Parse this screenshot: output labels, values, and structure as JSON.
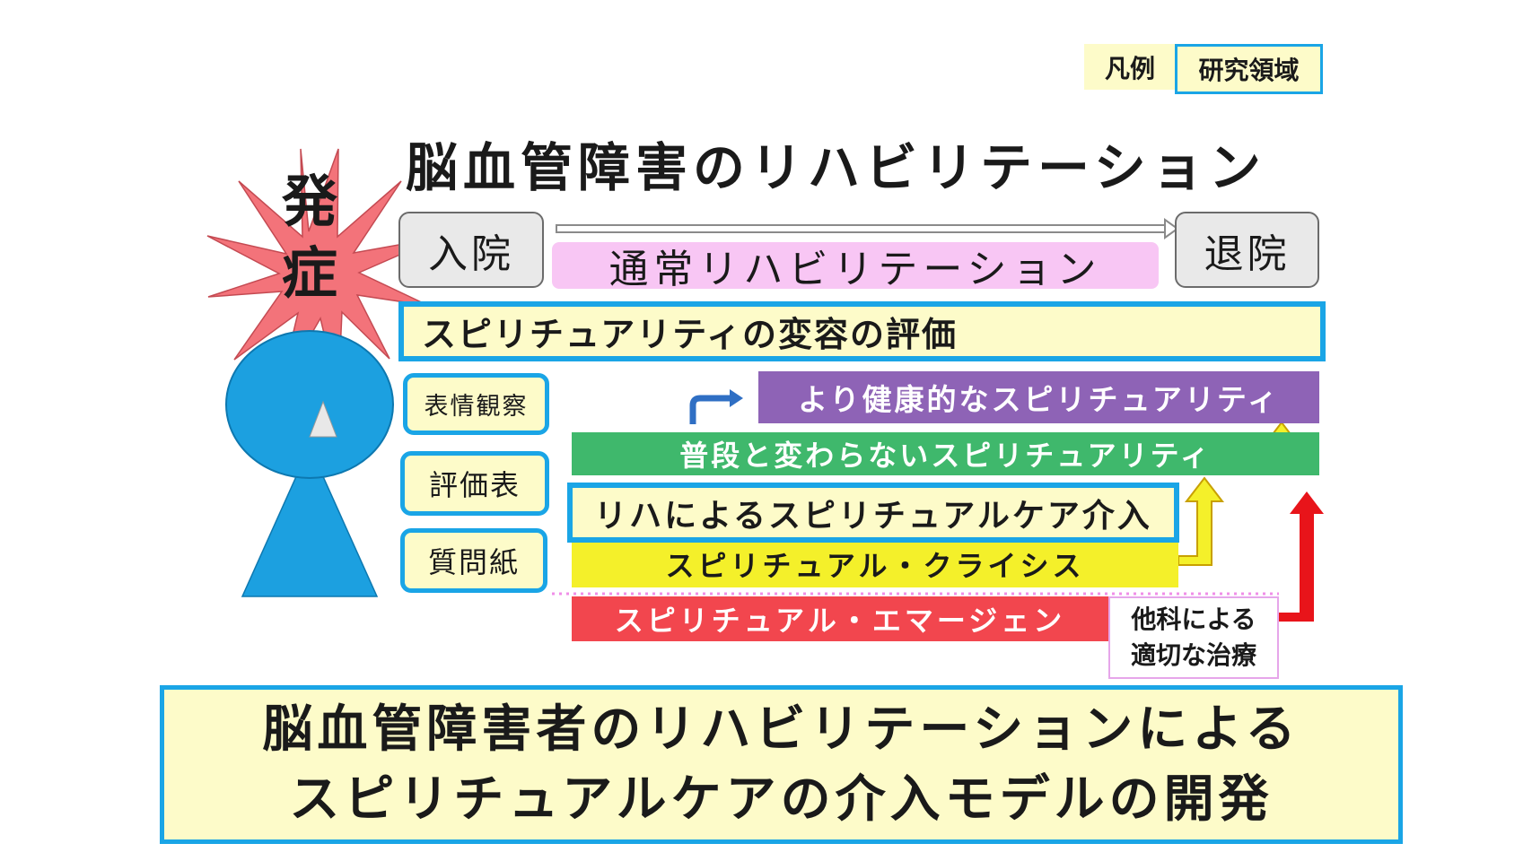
{
  "legend": {
    "label": "凡例",
    "item": "研究領域"
  },
  "title": "脳血管障害のリハビリテーション",
  "onset": {
    "line1": "発",
    "line2": "症"
  },
  "admission": "入院",
  "discharge": "退院",
  "standard_rehab": "通常リハビリテーション",
  "evaluation": "スピリチュアリティの変容の評価",
  "methods": [
    "表情観察",
    "評価表",
    "質問紙"
  ],
  "levels": {
    "healthier": "より健康的なスピリチュアリティ",
    "usual": "普段と変わらないスピリチュアリティ",
    "rehab_care": "リハによるスピリチュアルケア介入",
    "crisis": "スピリチュアル・クライシス",
    "emergency": "スピリチュアル・エマージェン"
  },
  "treatment": {
    "line1": "他科による",
    "line2": "適切な治療"
  },
  "bottom": {
    "line1": "脳血管障害者のリハビリテーションによる",
    "line2": "スピリチュアルケアの介入モデルの開発"
  },
  "colors": {
    "research_border": "#1aa5e6",
    "research_fill": "#fdfbc9",
    "starburst": "#f3737a",
    "person": "#1ca0e0",
    "purple": "#8e63b6",
    "green": "#3fb86c",
    "yellow": "#f4f02a",
    "red": "#f2464e",
    "pink": "#f8c6f4"
  }
}
